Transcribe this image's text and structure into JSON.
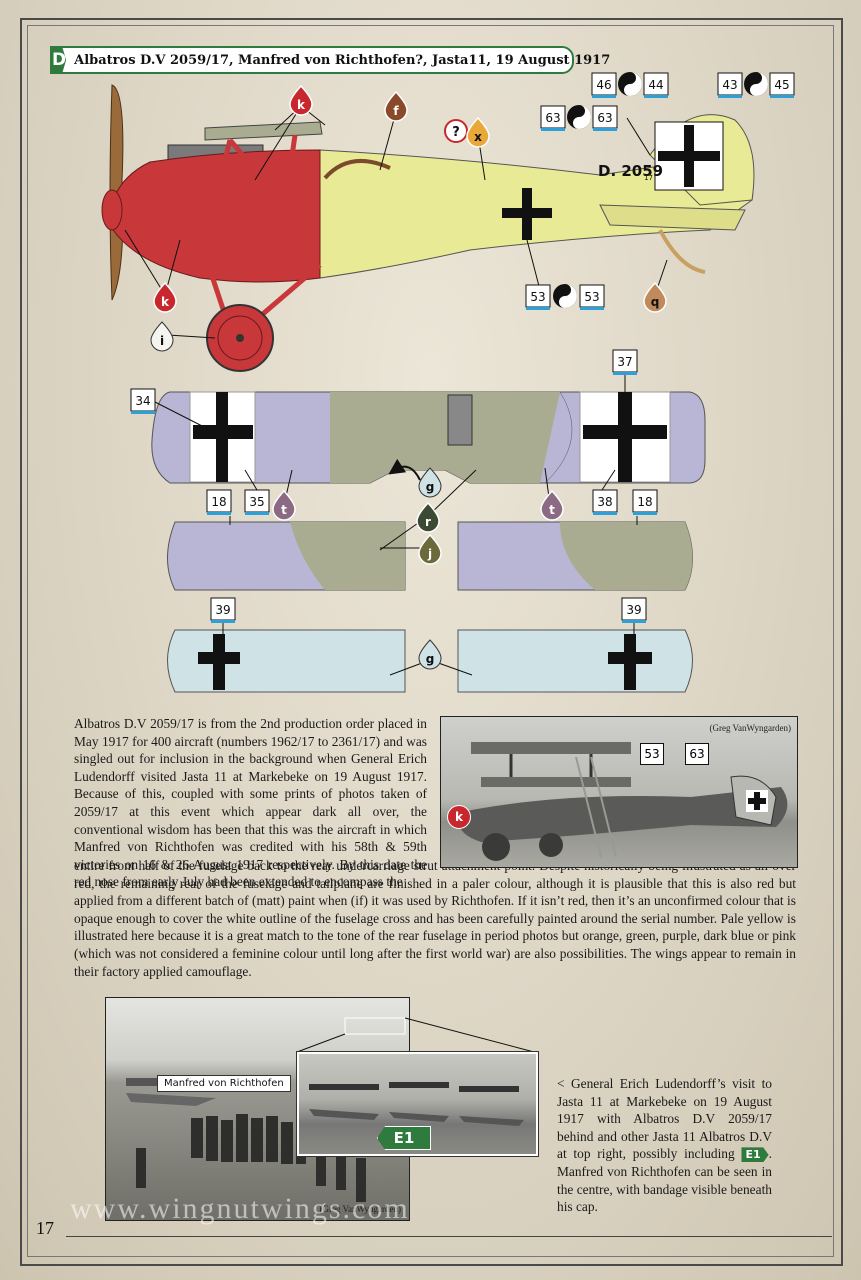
{
  "header": {
    "badge": "D",
    "title": "Albatros D.V 2059/17, Manfred von Richthofen?, Jasta11, 19 August 1917"
  },
  "profile": {
    "serial": "D. 2059",
    "serial_suffix": "17",
    "callouts": {
      "k": "k",
      "f": "f",
      "q_mark": "?",
      "x": "x",
      "i": "i",
      "q": "q",
      "g": "g",
      "t": "t",
      "r": "r",
      "j": "j"
    },
    "decals": {
      "d46": "46",
      "d44": "44",
      "d43": "43",
      "d45": "45",
      "d63a": "63",
      "d63b": "63",
      "d53a": "53",
      "d53b": "53",
      "d34": "34",
      "d37": "37",
      "d18a": "18",
      "d35": "35",
      "d38": "38",
      "d18b": "18",
      "d39a": "39",
      "d39b": "39"
    }
  },
  "colors": {
    "accent_green": "#2f7a3d",
    "nose_red": "#c8373a",
    "fuselage_yellow": "#e9ea96",
    "wing_lilac": "#b8b6d4",
    "wing_green": "#a9ac90",
    "underside_blue": "#cfe3e6",
    "callout_k": "#c8282d",
    "callout_f": "#8a4a2a",
    "callout_x": "#e8a83a",
    "callout_g": "#cfe3e6",
    "callout_t": "#8c6a84",
    "callout_r": "#3d4a33",
    "callout_j": "#6a6a3a",
    "callout_q": "#c08a5a"
  },
  "text": {
    "paragraph1": "Albatros D.V 2059/17 is from the 2nd production order placed in May 1917 for 400 aircraft (numbers 1962/17 to 2361/17) and was singled out for inclusion in the background when General Erich Ludendorff visited Jasta 11 at Markebeke on 19 August 1917. Because of this, coupled with some prints of photos taken of 2059/17 at this event which appear dark all over, the conventional wisdom has been that this was the aircraft in which Manfred von Richthofen was credited with his 58th & 59th victories on 16 & 26 August 1917 respectively. By this date the red nose from early July had been extended to encompass the",
    "paragraph2": "entire front half of the fuselage back to the rear undercarriage strut attachment point. Despite historically being illustrated as all over red, the remaining rear of the fuselage and tailplane are finished in a paler colour, although it is plausible that this is also red but applied from a different batch of (matt) paint when (if) it was used by Richthofen. If it isn’t red, then it’s an unconfirmed colour that is opaque enough to cover the white outline of the fuselage cross and has been carefully painted around the serial number. Pale yellow is illustrated here because it is a great match to the tone of the rear fuselage in period photos but orange, green, purple, dark blue or pink (which was not considered a feminine colour until long after the first world war) are also possibilities. The wings appear to remain in their factory applied camouflage."
  },
  "photo1": {
    "credit": "(Greg VanWyngarden)",
    "label_k": "k",
    "label_53": "53",
    "label_63": "63"
  },
  "photo2": {
    "name_label": "Manfred von Richthofen",
    "credit": "(Greg VanWyngarden)",
    "e1": "E1"
  },
  "caption": {
    "before": "< General Erich Ludendorff’s visit to Jasta 11 at Markebeke on 19 August 1917 with Albatros D.V 2059/17 behind and other Jasta 11 Albatros D.V at top right, possibly including ",
    "badge": "E1",
    "after": ". Manfred von Richthofen can be seen in the centre, with bandage visible beneath his cap."
  },
  "footer": {
    "page_number": "17",
    "watermark": "www.wingnutwings.com"
  }
}
